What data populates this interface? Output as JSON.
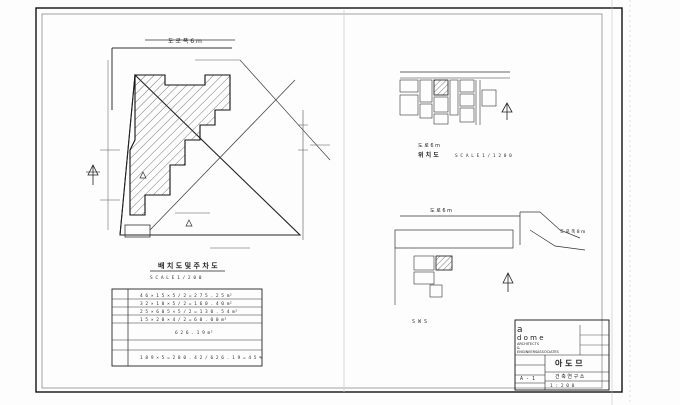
{
  "drawing": {
    "left_panel": {
      "road_top_label": "도 로 폭 6 m",
      "site_plan_title": "배 치 도 및 주 차 도",
      "site_plan_scale": "S C A L E   1 / 2 0 0",
      "area_rows": [
        "4 6 × 1 5 × 5 / 2 = 2 7 5 . 2 5 m²",
        "3 2 × 1 0 × 5 / 2 = 1 6 0 . 4 0 m²",
        "2 5 × 6 0 5 × 5 / 2 = 1 3 0 . 5 4 m²",
        "1 5 × 2 0 × 4 / 2 = 6 0 . 0 0 m²",
        "6 2 6 . 1 9 m²",
        "1 8 9 × 5 = 2 8 0 . 4 2 / 6 2 6 . 1 9 = 4 5 %"
      ]
    },
    "right_panel": {
      "location_title": "위 치 도",
      "location_scale": "S C A L E   1 / 1 2 0 0",
      "street_label": "도 로 6 m",
      "corner_label": "도 로 폭 8 m",
      "bottom_note": "S    W    S"
    },
    "title_block": {
      "logo_lines": [
        "a",
        "d o m e",
        "ARCHITECTS",
        "&",
        "ENGINEERS",
        "ASSOCIATES"
      ],
      "firm_name": "아 도 므",
      "firm_name_sub": "건 축 연 구 소",
      "drawing_no": "A - 1",
      "scale": "1 : 2 0 0"
    }
  }
}
